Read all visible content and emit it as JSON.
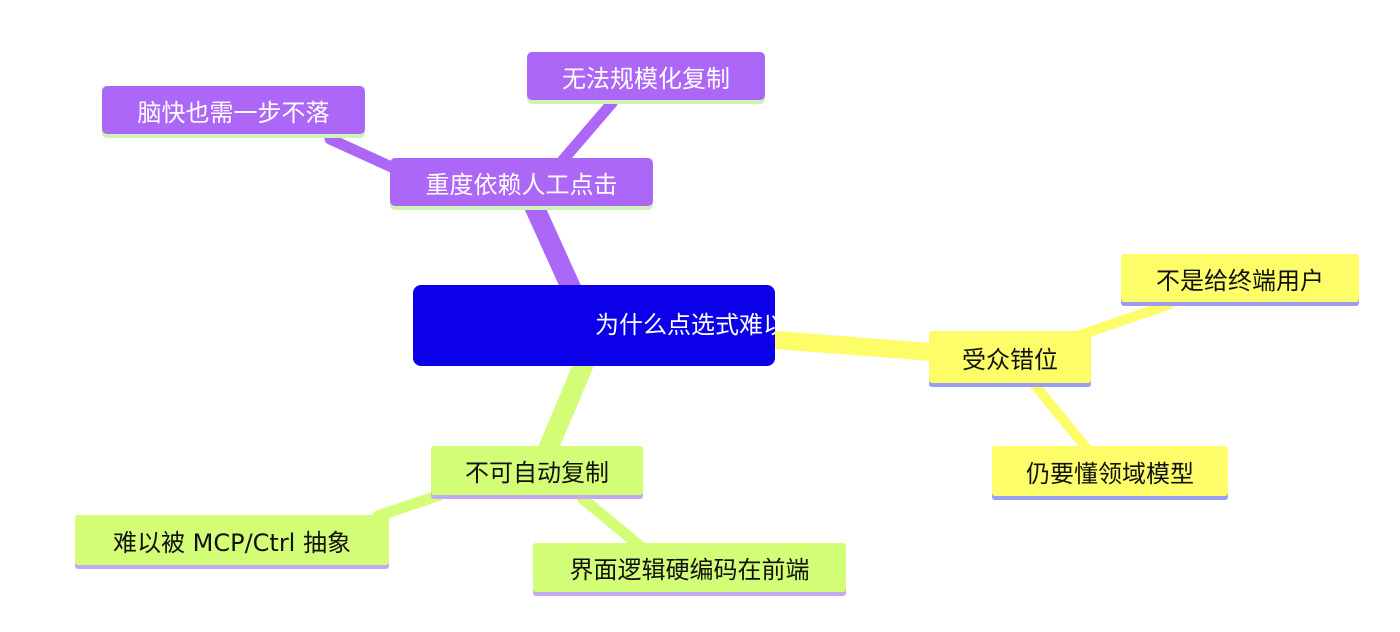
{
  "root": {
    "label": "为什么点选式难以"
  },
  "branches": {
    "manual_click": {
      "label": "重度依赖人工点击",
      "children": [
        "无法规模化复制",
        "脑快也需一步不落"
      ]
    },
    "audience": {
      "label": "受众错位",
      "children": [
        "不是给终端用户",
        "仍要懂领域模型"
      ]
    },
    "not_replicable": {
      "label": "不可自动复制",
      "children": [
        "难以被 MCP/Ctrl 抽象",
        "界面逻辑硬编码在前端"
      ]
    }
  },
  "colors": {
    "root": "#0b00e8",
    "purple_branch": "#ad67f6",
    "yellow_branch": "#fdfd6a",
    "green_branch": "#d3fd76"
  }
}
